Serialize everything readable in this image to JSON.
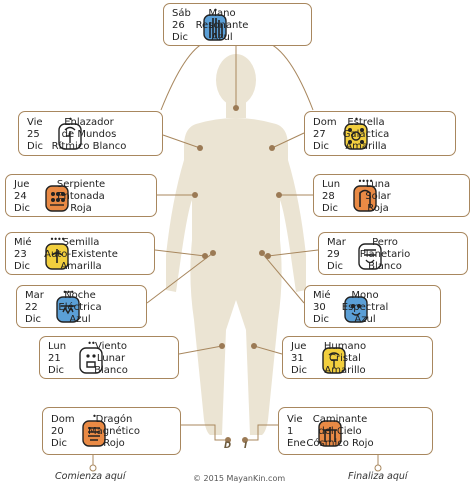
{
  "palette": {
    "body": "#ebe4d3",
    "line": "#a8875e",
    "dot": "#9b7a55"
  },
  "cards": [
    {
      "id": "mano",
      "date": [
        "Sáb",
        "26",
        "Dic"
      ],
      "name": [
        "Mano",
        "Resonante",
        "Azul"
      ],
      "color": "#5b9fd6",
      "glyph": "hand-glyph",
      "dots": "•"
    },
    {
      "id": "enlazador",
      "date": [
        "Vie",
        "25",
        "Dic"
      ],
      "name": [
        "Enlazador",
        "de Mundos",
        "Rítmico Blanco"
      ],
      "color": "#ffffff",
      "glyph": "skull-glyph",
      "dots": "•"
    },
    {
      "id": "estrella",
      "date": [
        "Dom",
        "27",
        "Dic"
      ],
      "name": [
        "Estrella",
        "Galáctica",
        "Amarilla"
      ],
      "color": "#f2cf3e",
      "glyph": "star-glyph",
      "dots": "•"
    },
    {
      "id": "serpiente",
      "date": [
        "Jue",
        "24",
        "Dic"
      ],
      "name": [
        "Serpiente",
        "Entonada",
        "Roja"
      ],
      "color": "#e98a45",
      "glyph": "serpent-glyph",
      "dots": ""
    },
    {
      "id": "luna",
      "date": [
        "Lun",
        "28",
        "Dic"
      ],
      "name": [
        "Luna",
        "Solar",
        "Roja"
      ],
      "color": "#e98a45",
      "glyph": "moon-glyph",
      "dots": "••••"
    },
    {
      "id": "semilla",
      "date": [
        "Mié",
        "23",
        "Dic"
      ],
      "name": [
        "Semilla",
        "Auto-Existente",
        "Amarilla"
      ],
      "color": "#f2cf3e",
      "glyph": "seed-glyph",
      "dots": "••••"
    },
    {
      "id": "perro",
      "date": [
        "Mar",
        "29",
        "Dic"
      ],
      "name": [
        "Perro",
        "Planetario",
        "Blanco"
      ],
      "color": "#ffffff",
      "glyph": "dog-glyph",
      "dots": ""
    },
    {
      "id": "noche",
      "date": [
        "Mar",
        "22",
        "Dic"
      ],
      "name": [
        "Noche",
        "Eléctrica",
        "Azul"
      ],
      "color": "#5b9fd6",
      "glyph": "night-glyph",
      "dots": "•••"
    },
    {
      "id": "mono",
      "date": [
        "Mié",
        "30",
        "Dic"
      ],
      "name": [
        "Mono",
        "Espectral",
        "Azul"
      ],
      "color": "#5b9fd6",
      "glyph": "monkey-glyph",
      "dots": ""
    },
    {
      "id": "viento",
      "date": [
        "Lun",
        "21",
        "Dic"
      ],
      "name": [
        "Viento",
        "Lunar",
        "Blanco"
      ],
      "color": "#ffffff",
      "glyph": "wind-glyph",
      "dots": "••"
    },
    {
      "id": "humano",
      "date": [
        "Jue",
        "31",
        "Dic"
      ],
      "name": [
        "Humano",
        "Cristal",
        "Amarillo"
      ],
      "color": "#f2cf3e",
      "glyph": "human-glyph",
      "dots": ""
    },
    {
      "id": "dragon",
      "date": [
        "Dom",
        "20",
        "Dic"
      ],
      "name": [
        "Dragón",
        "Magnético",
        "Rojo"
      ],
      "color": "#e98a45",
      "glyph": "dragon-glyph",
      "dots": "•"
    },
    {
      "id": "caminante",
      "date": [
        "Vie",
        "1",
        "Ene"
      ],
      "name": [
        "Caminante",
        "del Cielo",
        "Cósmico Rojo"
      ],
      "color": "#e98a45",
      "glyph": "skywalker-glyph",
      "dots": ""
    }
  ],
  "legs": {
    "left": "D",
    "right": "I"
  },
  "footer": {
    "start": "Comienza aquí",
    "copyright": "© 2015 MayanKin.com",
    "end": "Finaliza aquí"
  }
}
